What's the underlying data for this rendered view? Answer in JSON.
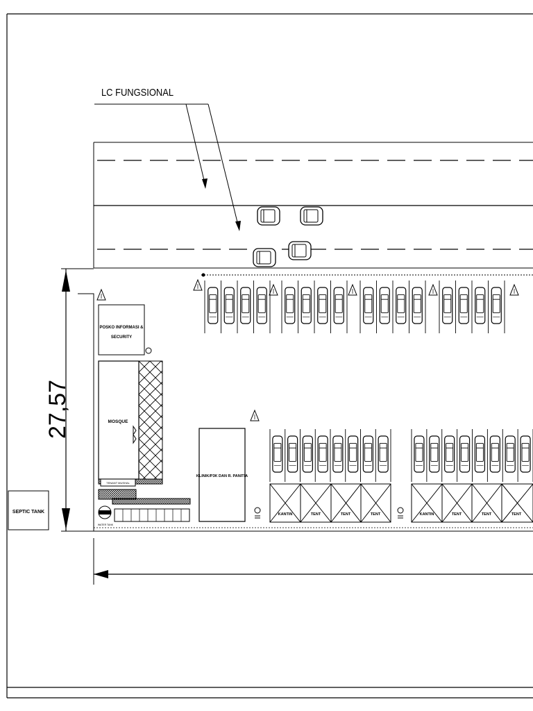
{
  "annotations": {
    "lc_title": "LC FUNGSIONAL",
    "dimension": "27,57"
  },
  "buildings": {
    "security_line1": "POSKO INFORMASI &",
    "security_line2": "SECURITY",
    "mosque": "MOSQUE",
    "tenant_label": "TENANT MUSHAL",
    "clinic": "KLINIK/P3K DAN R. PANITIA",
    "septic_tank": "SEPTIC TANK",
    "water_tank": "WATER TANK"
  },
  "stalls": {
    "group_a": [
      "KANTIN",
      "TENT",
      "TENT",
      "TENT"
    ],
    "group_b": [
      "KANTIN",
      "TENT",
      "TENT",
      "TENT"
    ]
  }
}
